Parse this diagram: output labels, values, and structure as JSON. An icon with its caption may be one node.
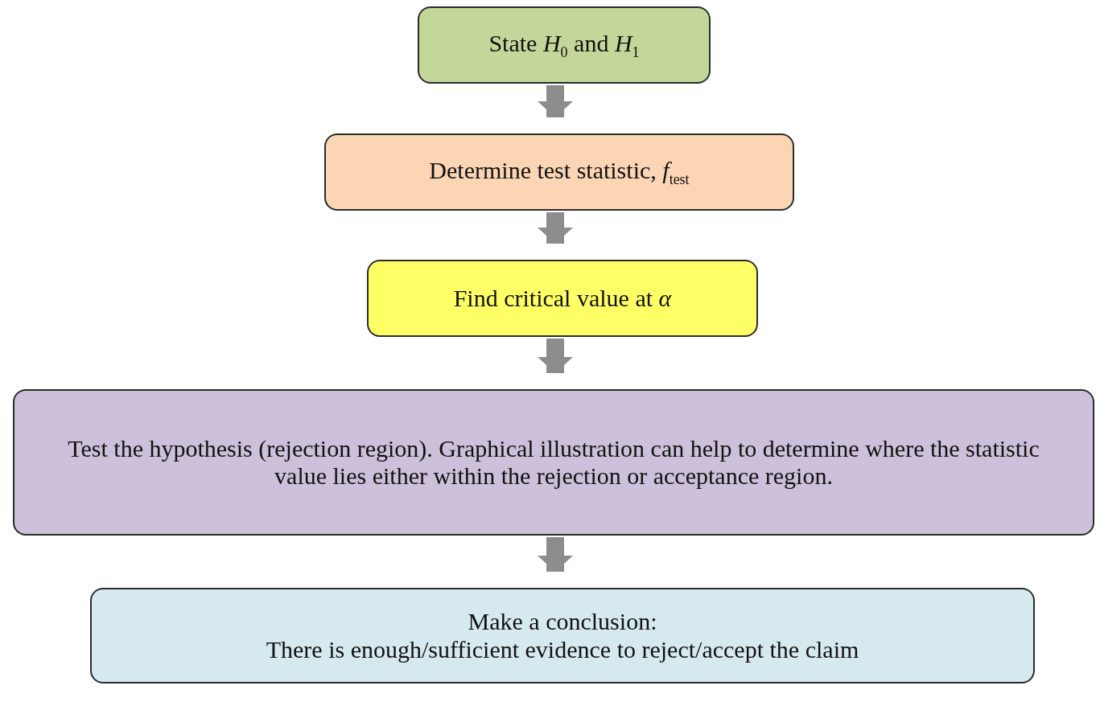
{
  "diagram": {
    "nodes": [
      {
        "text": [
          "State *H*$_{0}$ and *H*$_{1}$"
        ]
      },
      {
        "text": [
          "Determine test statistic, *f*$_{test}$"
        ]
      },
      {
        "text": [
          "Find critical value at *α*"
        ]
      },
      {
        "text": [
          "Test the hypothesis (rejection region). Graphical illustration can help to determine where the statistic value lies either within the rejection or acceptance region."
        ]
      },
      {
        "text": [
          "Make a conclusion:",
          "There is enough/sufficient evidence to reject/accept the claim"
        ]
      }
    ],
    "edges": [
      {
        "from": 0,
        "to": 1,
        "arrow": "to"
      },
      {
        "from": 1,
        "to": 2,
        "arrow": "to"
      },
      {
        "from": 2,
        "to": 3,
        "arrow": "to"
      },
      {
        "from": 3,
        "to": 4,
        "arrow": "to"
      }
    ]
  }
}
